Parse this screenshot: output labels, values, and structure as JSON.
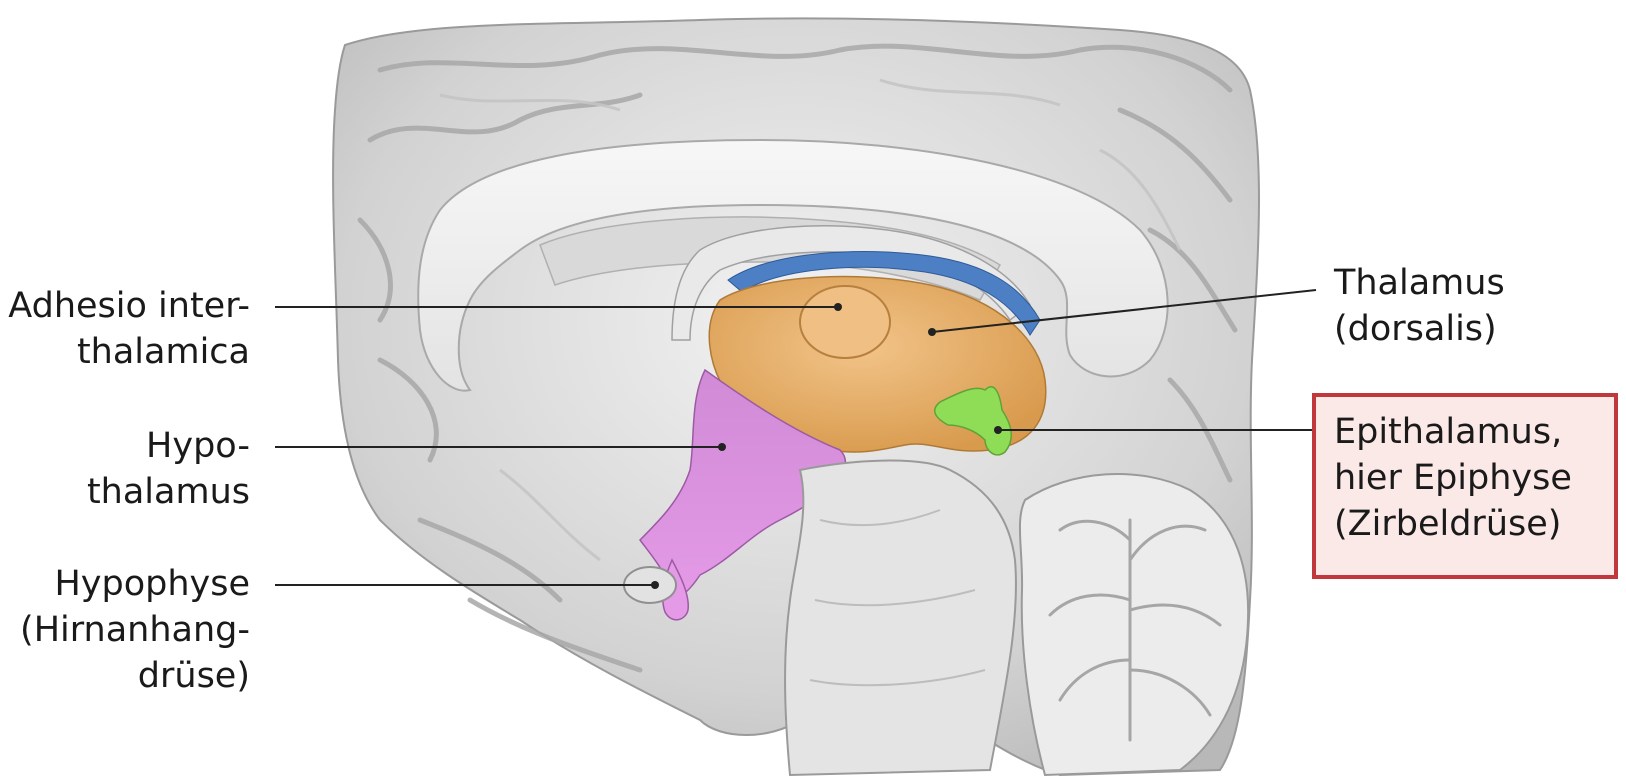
{
  "labels": {
    "adhesio": [
      "Adhesio inter-",
      "thalamica"
    ],
    "hypothalamus": [
      "Hypo-",
      "thalamus"
    ],
    "hypophyse": [
      "Hypophyse",
      "(Hirnanhang-",
      "drüse)"
    ],
    "thalamus": [
      "Thalamus",
      "(dorsalis)"
    ],
    "epithalamus": [
      "Epithalamus,",
      "hier Epiphyse",
      "(Zirbeldrüse)"
    ]
  },
  "colors": {
    "thalamus": "#e8ad62",
    "hypothalamus": "#d886d8",
    "epiphyse": "#8fdc57",
    "ventricle_ependyma": "#4d7fc4",
    "highlight_border": "#c0383b",
    "highlight_fill": "#fbe9e8",
    "brain_gray": "#d9d9d9"
  }
}
